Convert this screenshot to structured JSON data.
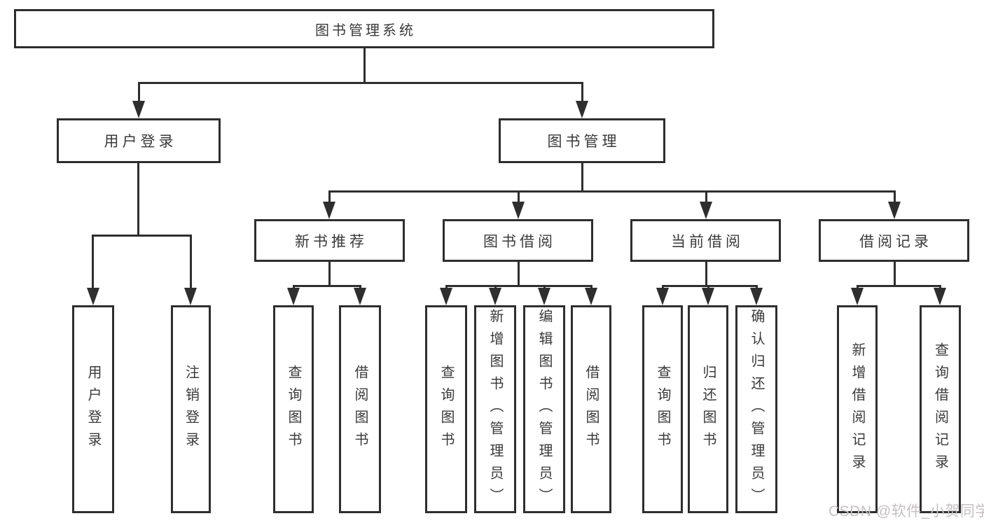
{
  "root": {
    "label": "图书管理系统"
  },
  "level2": [
    {
      "label": "用户登录"
    },
    {
      "label": "图书管理"
    }
  ],
  "level3": [
    {
      "label": "新书推荐"
    },
    {
      "label": "图书借阅"
    },
    {
      "label": "当前借阅"
    },
    {
      "label": "借阅记录"
    }
  ],
  "leaves": {
    "user_login": [
      {
        "label": "用户登录"
      },
      {
        "label": "注销登录"
      }
    ],
    "recommend": [
      {
        "label": "查询图书"
      },
      {
        "label": "借阅图书"
      }
    ],
    "borrowing": [
      {
        "label": "查询图书"
      },
      {
        "label": "新增图书（管理员）"
      },
      {
        "label": "编辑图书（管理员）"
      },
      {
        "label": "借阅图书"
      }
    ],
    "current": [
      {
        "label": "查询图书"
      },
      {
        "label": "归还图书"
      },
      {
        "label": "确认归还（管理员）"
      }
    ],
    "records": [
      {
        "label": "新增借阅记录"
      },
      {
        "label": "查询借阅记录"
      }
    ]
  },
  "watermark": {
    "text": "CSDN @软件_小贺同学"
  },
  "colors": {
    "line": "#2e2e2e",
    "text": "#3a3a3a",
    "watermark": "#c5c0c0",
    "background": "#ffffff"
  }
}
